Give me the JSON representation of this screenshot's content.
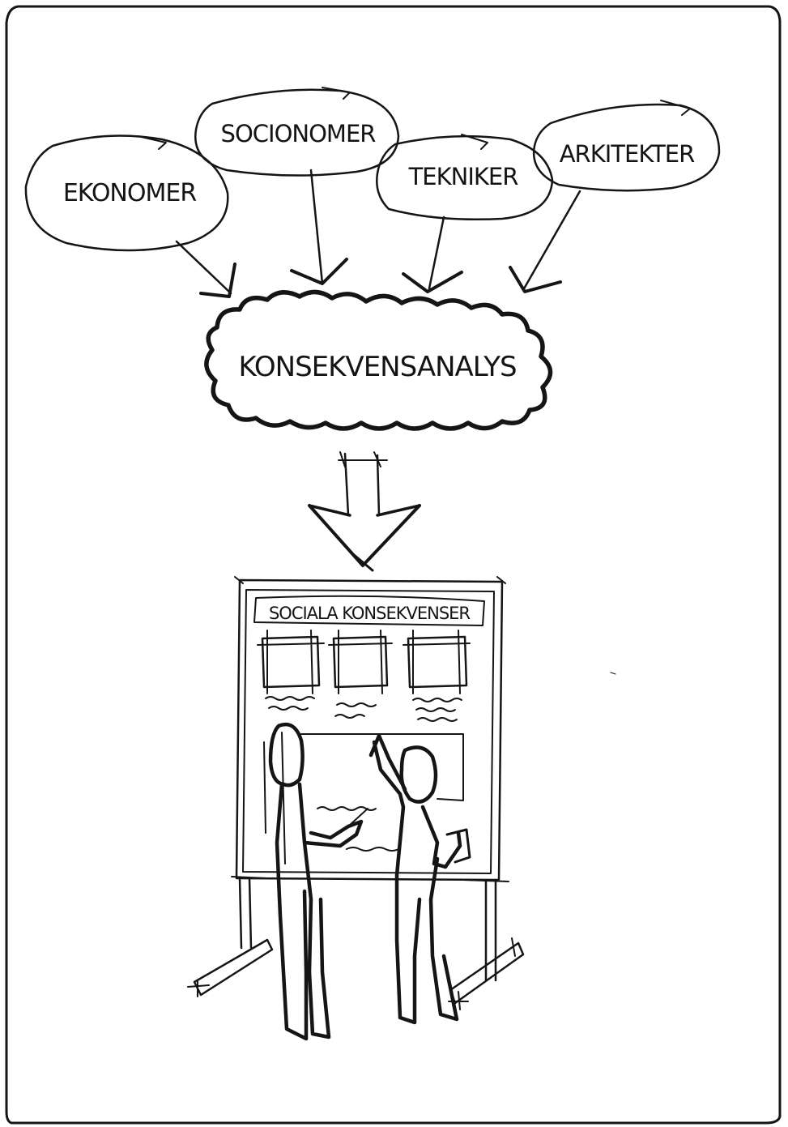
{
  "professions": [
    {
      "label": "EKONOMER"
    },
    {
      "label": "SOCIONOMER"
    },
    {
      "label": "TEKNIKER"
    },
    {
      "label": "ARKITEKTER"
    }
  ],
  "process": {
    "label": "KONSEKVENSANALYS"
  },
  "board": {
    "title": "SOCIALA KONSEKVENSER"
  },
  "colors": {
    "ink": "#151515",
    "paper": "#ffffff"
  }
}
